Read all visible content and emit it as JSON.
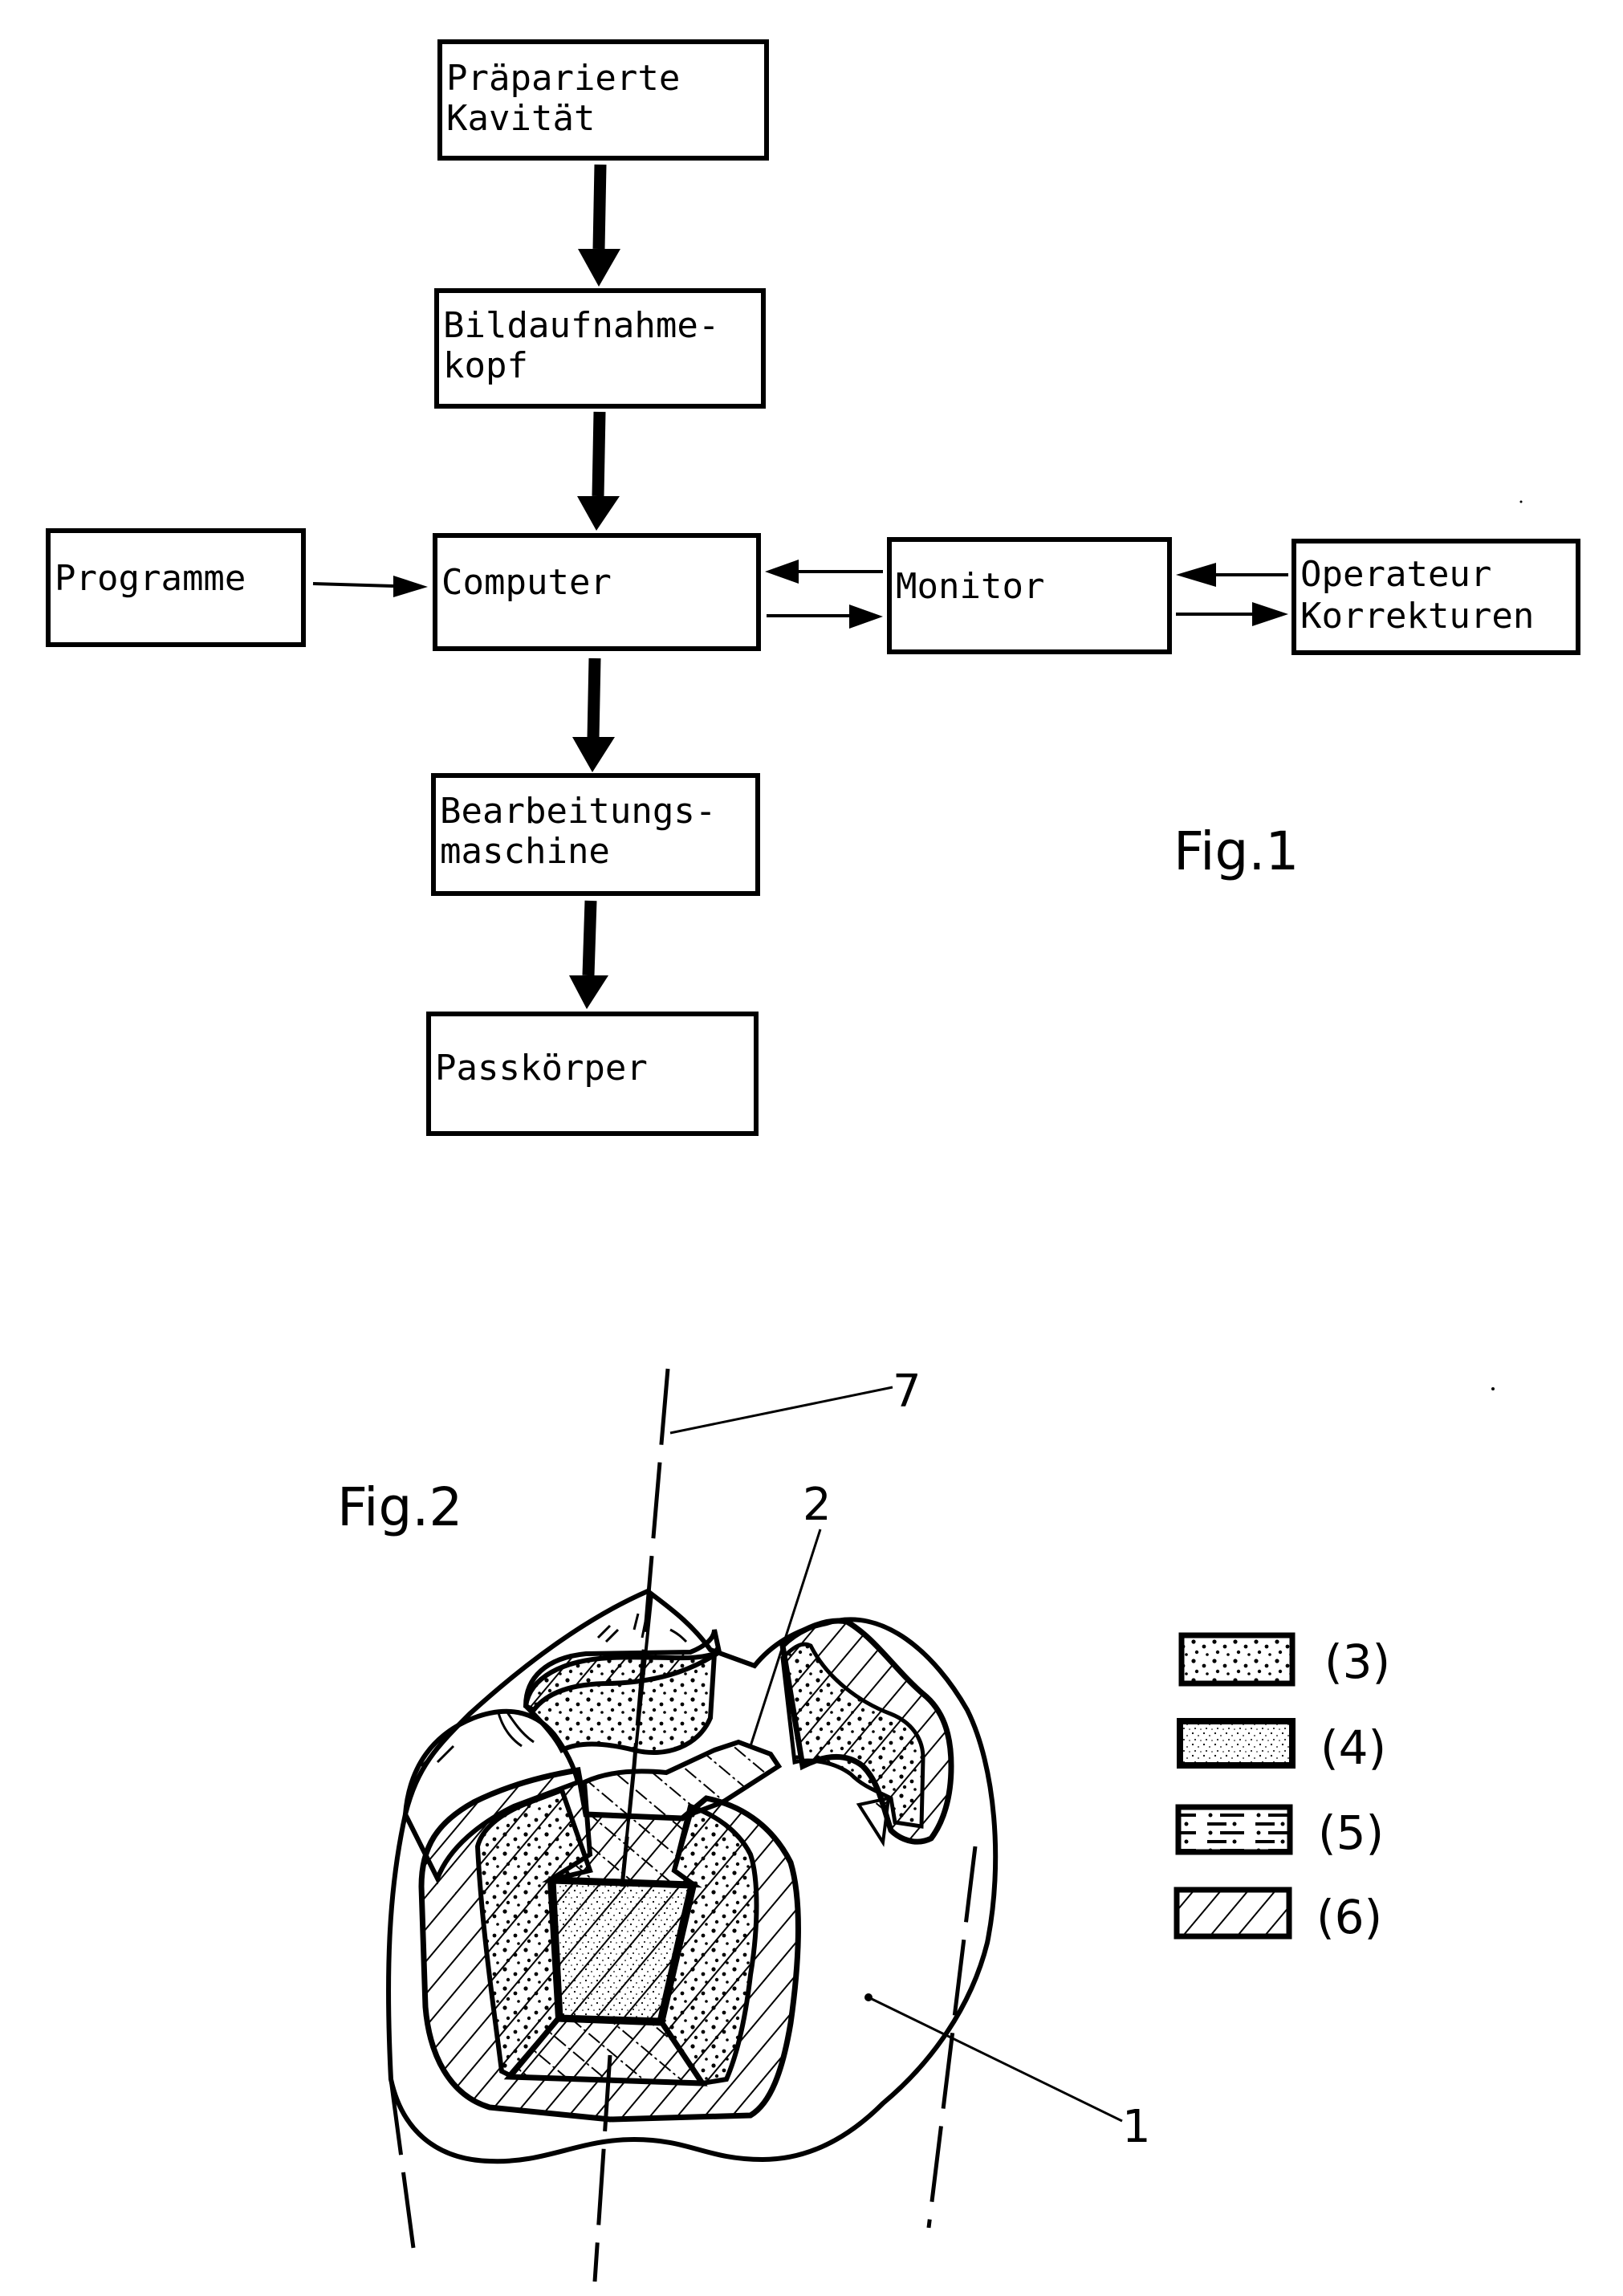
{
  "figure1": {
    "label": "Fig.1",
    "nodes": {
      "kavitaet": {
        "lines": [
          "Präparierte",
          "Kavität"
        ]
      },
      "bildaufnahme": {
        "lines": [
          "Bildaufnahme-",
          "kopf"
        ]
      },
      "programme": {
        "lines": [
          "Programme"
        ]
      },
      "computer": {
        "lines": [
          "Computer"
        ]
      },
      "monitor": {
        "lines": [
          "Monitor"
        ]
      },
      "operateur": {
        "lines": [
          "Operateur",
          "Korrekturen"
        ]
      },
      "bearbeitung": {
        "lines": [
          "Bearbeitungs-",
          "maschine"
        ]
      },
      "passkoerper": {
        "lines": [
          "Passkörper"
        ]
      }
    },
    "edges": [
      {
        "from": "Präparierte Kavität",
        "to": "Bildaufnahmekopf",
        "style": "thick"
      },
      {
        "from": "Bildaufnahmekopf",
        "to": "Computer",
        "style": "thick"
      },
      {
        "from": "Programme",
        "to": "Computer",
        "style": "thin"
      },
      {
        "from": "Monitor",
        "to": "Computer",
        "style": "thin"
      },
      {
        "from": "Computer",
        "to": "Monitor",
        "style": "thin"
      },
      {
        "from": "Operateur Korrekturen",
        "to": "Monitor",
        "style": "thin"
      },
      {
        "from": "Monitor",
        "to": "Operateur Korrekturen",
        "style": "thin"
      },
      {
        "from": "Computer",
        "to": "Bearbeitungsmaschine",
        "style": "thick"
      },
      {
        "from": "Bearbeitungsmaschine",
        "to": "Passkörper",
        "style": "thick"
      }
    ]
  },
  "figure2": {
    "label": "Fig.2",
    "reference_numbers": {
      "tooth": "1",
      "cavity": "2",
      "axis": "7"
    },
    "legend": [
      {
        "pattern": "coarse-dots",
        "label": "(3)"
      },
      {
        "pattern": "fine-stipple",
        "label": "(4)"
      },
      {
        "pattern": "dash-dot-lines",
        "label": "(5)"
      },
      {
        "pattern": "diagonal-hatch",
        "label": "(6)"
      }
    ]
  }
}
